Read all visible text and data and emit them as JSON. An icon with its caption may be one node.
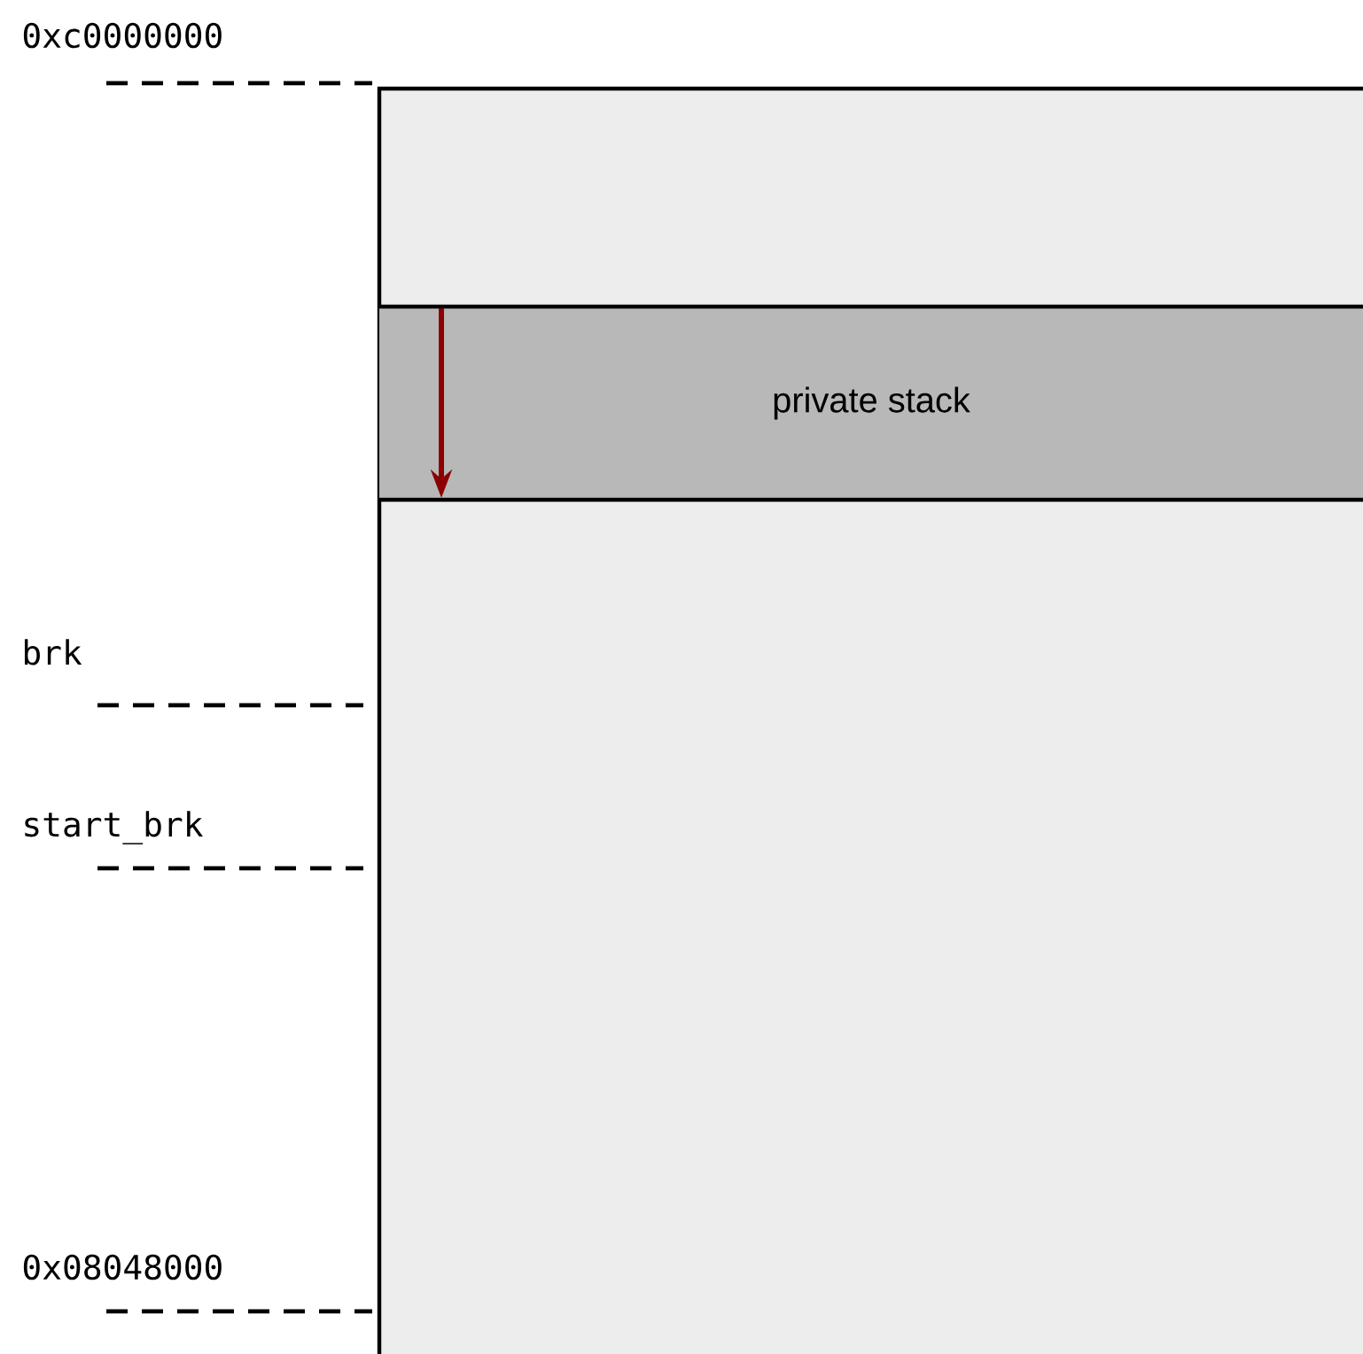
{
  "diagram": {
    "nodes": [
      {
        "text": [],
        "shape": "box"
      },
      {
        "text": [
          "private stack"
        ],
        "in": 0
      }
    ],
    "labels": [
      "0xc0000000",
      "brk",
      "start_brk",
      "0x08048000"
    ]
  }
}
